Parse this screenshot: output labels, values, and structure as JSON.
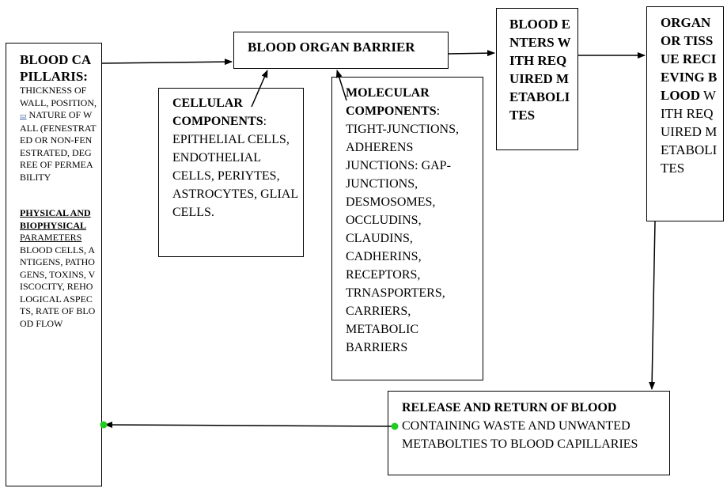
{
  "capillaries": {
    "title": "BLOOD CAPILLARIS:",
    "features": "THICKNESS OF WALL, POSITION,",
    "features_tail": "NATURE OF WALL (FENESTRATED OR NON-FENESTRATED, DEGREE OF PERMEABILITY",
    "params_title": "PHYSICAL AND BIOPHYSICAL",
    "params_sub": "PARAMETERS",
    "params": "BLOOD CELLS, ANTIGENS, PATHOGENS, TOXINS, VISCOCITY, REHOLOGICAL ASPECTS, RATE OF BLOOD FLOW"
  },
  "barrier": {
    "title": "BLOOD ORGAN BARRIER"
  },
  "cellular": {
    "title": "CELLULAR COMPONENTS",
    "colon": ":",
    "items": "EPITHELIAL CELLS, ENDOTHELIAL CELLS, PERIYTES, ASTROCYTES, GLIAL CELLS."
  },
  "molecular": {
    "title": "MOLECULAR COMPONENTS",
    "colon": ":",
    "items": "TIGHT-JUNCTIONS, ADHERENS JUNCTIONS: GAP-JUNCTIONS, DESMOSOMES, OCCLUDINS, CLAUDINS, CADHERINS, RECEPTORS, TRNASPORTERS, CARRIERS, METABOLIC BARRIERS"
  },
  "enters": {
    "title": "BLOOD ENTERS WITH REQUIRED METABOLITES"
  },
  "organ": {
    "title": "ORGAN OR TISSUE RECIEVING BLOOD",
    "rest": "WITH REQUIRED METABOLITES"
  },
  "release": {
    "title": "RELEASE AND RETURN OF BLOOD",
    "rest": "CONTAINING WASTE AND UNWANTED METABOLTIES TO BLOOD CAPILLARIES"
  },
  "colors": {
    "line": "#000000",
    "marker": "#22cc22",
    "link": "#1f4e9a"
  }
}
